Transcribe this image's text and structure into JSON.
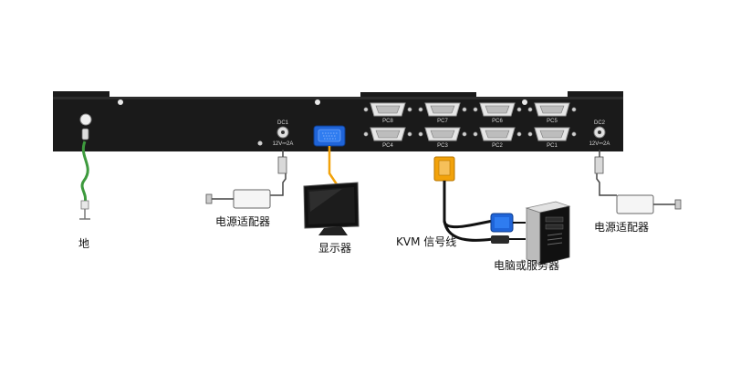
{
  "ports": {
    "top": [
      "PC8",
      "PC7",
      "PC6",
      "PC5"
    ],
    "bottom": [
      "PC4",
      "PC3",
      "PC2",
      "PC1"
    ]
  },
  "dc_left": {
    "name": "DC1",
    "rating": "12V⎓2A"
  },
  "dc_right": {
    "name": "DC2",
    "rating": "12V⎓2A"
  },
  "labels": {
    "ground": "地",
    "adapter_left": "电源适配器",
    "monitor": "显示器",
    "kvm_cable": "KVM 信号线",
    "computer": "电脑或服务器",
    "adapter_right": "电源适配器"
  },
  "icons": [
    "ground-screw-icon",
    "power-adapter-icon",
    "monitor-icon",
    "vga-port-icon",
    "kvm-cable-icon",
    "computer-tower-icon"
  ],
  "colors": {
    "panel": "#1a1a1a",
    "vga_blue": "#1f64d8",
    "cable_orange": "#f2a20a",
    "ground_green": "#3d9a3d"
  }
}
